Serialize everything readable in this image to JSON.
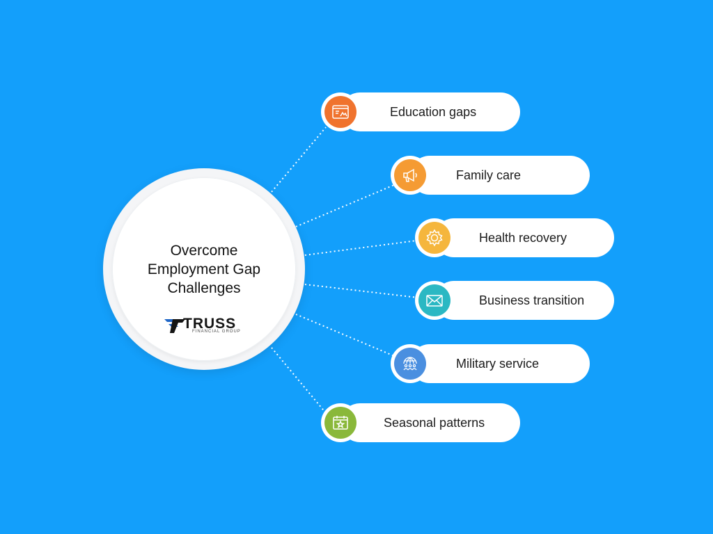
{
  "hub": {
    "title": "Overcome\nEmployment Gap\nChallenges",
    "logo": {
      "word": "TRUSS",
      "sub": "FINANCIAL GROUP"
    }
  },
  "items": [
    {
      "label": "Education gaps",
      "icon": "browser-window-icon",
      "color": "#f0732e"
    },
    {
      "label": "Family care",
      "icon": "megaphone-icon",
      "color": "#f59b33"
    },
    {
      "label": "Health recovery",
      "icon": "gear-icon",
      "color": "#f5b63d"
    },
    {
      "label": "Business transition",
      "icon": "envelope-icon",
      "color": "#2bb8c3"
    },
    {
      "label": "Military service",
      "icon": "globe-people-icon",
      "color": "#4a8fe0"
    },
    {
      "label": "Seasonal patterns",
      "icon": "calendar-star-icon",
      "color": "#8ab83a"
    }
  ],
  "colors": {
    "background": "#139ffb",
    "connector": "#ffffff"
  }
}
